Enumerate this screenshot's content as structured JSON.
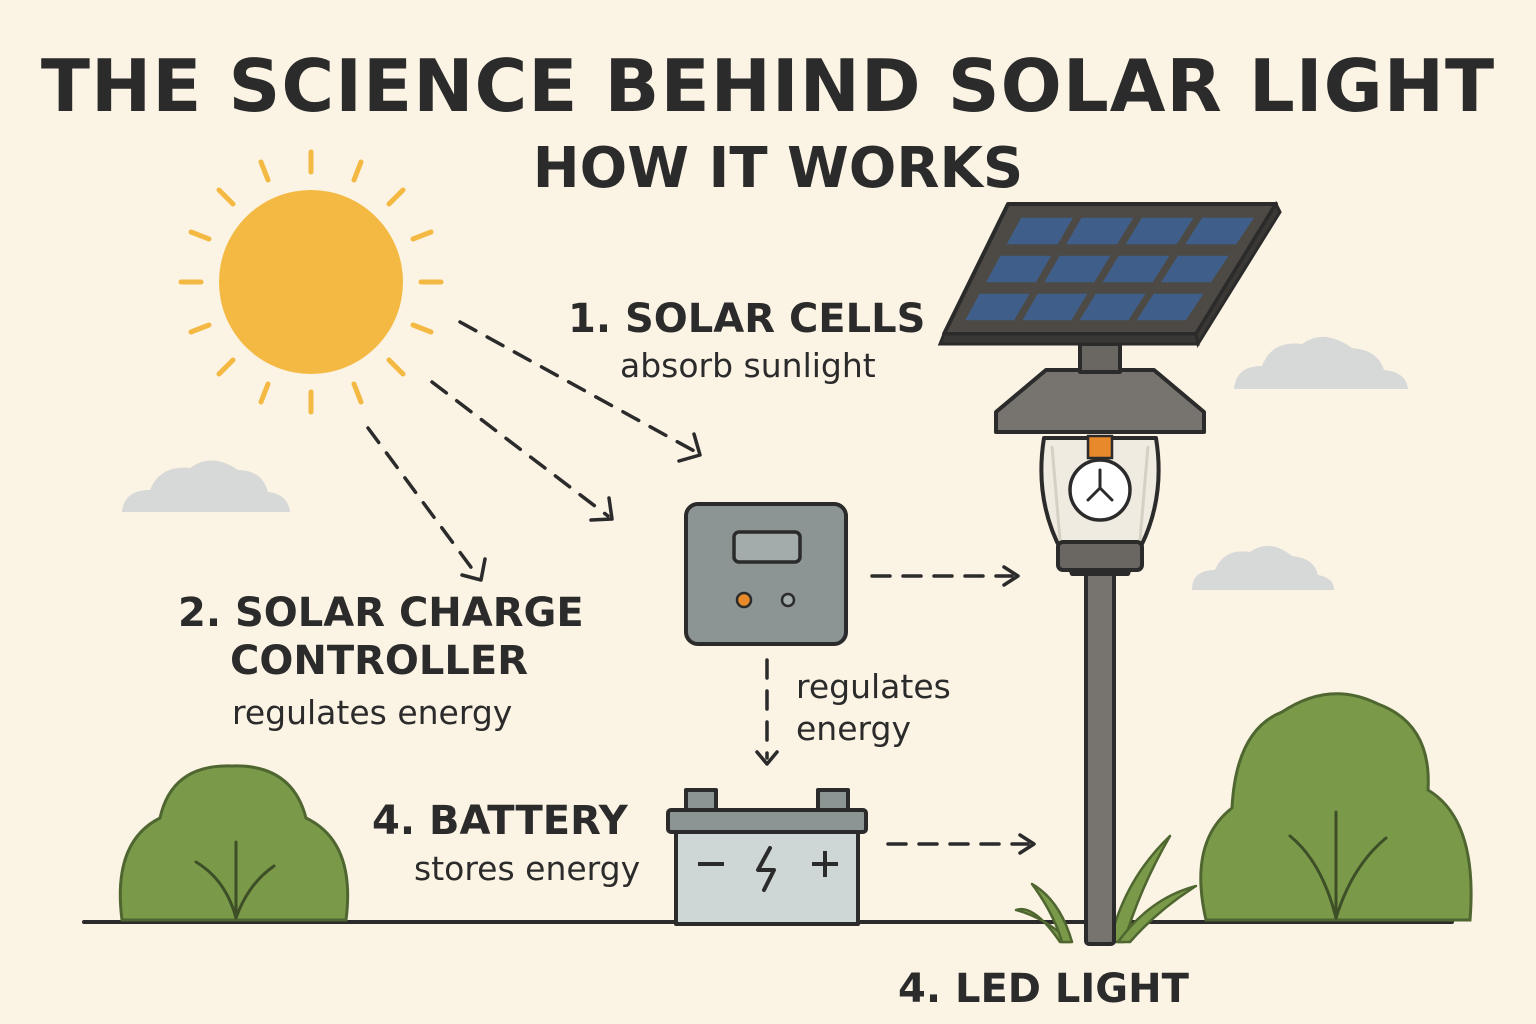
{
  "title": "THE SCIENCE BEHIND SOLAR LIGHT",
  "subtitle": "HOW IT WORKS",
  "steps": {
    "solar_cells": {
      "heading": "1. SOLAR CELLS",
      "description": "absorb sunlight"
    },
    "charge_controller": {
      "heading_line1": "2. SOLAR CHARGE",
      "heading_line2": "CONTROLLER",
      "description": "regulates energy"
    },
    "controller_to_battery": {
      "line1": "regulates",
      "line2": "energy"
    },
    "battery": {
      "heading": "4. BATTERY",
      "description": "stores energy"
    },
    "led_light": {
      "heading": "4. LED LIGHT"
    }
  },
  "icons": [
    "sun-icon",
    "cloud-icon",
    "solar-panel-icon",
    "lamp-post-icon",
    "light-bulb-icon",
    "charge-controller-icon",
    "battery-icon",
    "bush-icon",
    "grass-icon"
  ],
  "colors": {
    "background": "#fbf3e4",
    "sun": "#f4b942",
    "panel_cell": "#3f5f8a",
    "bush": "#7a9a4a",
    "device_gray": "#8c9494",
    "battery_body": "#cfd6d6",
    "bulb_cap": "#e8892b",
    "text": "#2b2b2b"
  }
}
